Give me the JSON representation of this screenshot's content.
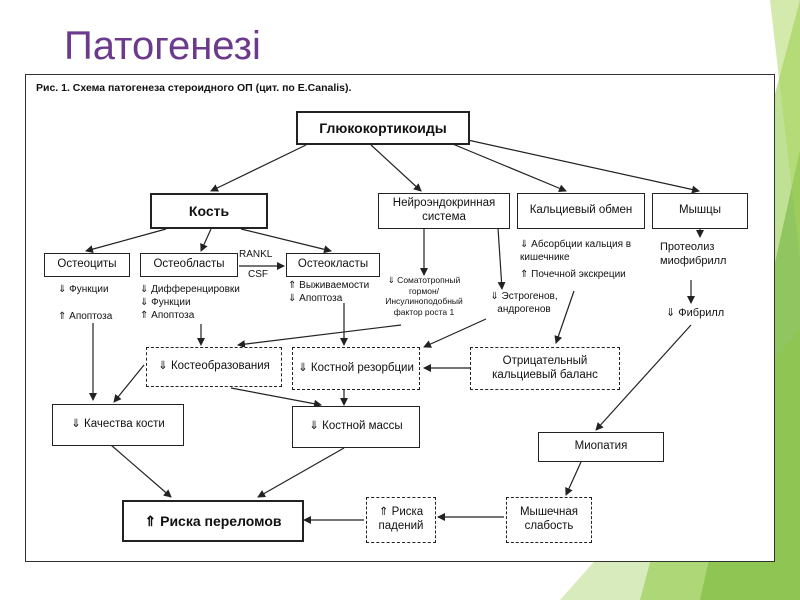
{
  "slide": {
    "title": "Патогенезі"
  },
  "figure": {
    "caption": "Рис. 1. Схема патогенеза стероидного ОП (цит. по E.Canalis).",
    "nodes": {
      "gluco": "Глюкокортикоиды",
      "bone": "Кость",
      "neuro": "Нейроэндокринная система",
      "calcium": "Кальциевый обмен",
      "muscles": "Мышцы",
      "osteocytes": "Остеоциты",
      "osteoblasts": "Остеобласты",
      "osteoclasts": "Остеокласты",
      "bone_formation": "⇓ Костеобразования",
      "resorption": "⇓ Костной резорбции",
      "neg_balance": "Отрицательный кальциевый баланс",
      "bone_quality": "⇓ Качества кости",
      "bone_mass": "⇓ Костной массы",
      "myopathy": "Миопатия",
      "fracture_risk": "⇑ Риска переломов",
      "fall_risk": "⇑ Риска падений",
      "muscle_weakness": "Мышечная слабость"
    },
    "labels": {
      "rankl": "RANKL",
      "csf": "CSF",
      "osteocyte_function": "⇓ Функции",
      "osteocyte_apoptosis": "⇑ Апоптоза",
      "ob_diff": "⇓ Дифференцировки",
      "ob_function": "⇓ Функции",
      "ob_apoptosis": "⇑ Апоптоза",
      "oc_survival": "⇑ Выживаемости",
      "oc_apoptosis": "⇓ Апоптоза",
      "growth_hormone": "⇓ Соматотропный гормон/ Инсулиноподобный фактор роста 1",
      "estrogens": "⇓ Эстрогенов, андрогенов",
      "ca_absorption": "⇓ Абсорбции кальция в кишечнике",
      "ca_excretion": "⇑ Почечной экскреции",
      "proteolysis": "Протеолиз миофибрилл",
      "fibrils": "⇓ Фибрилл"
    }
  }
}
